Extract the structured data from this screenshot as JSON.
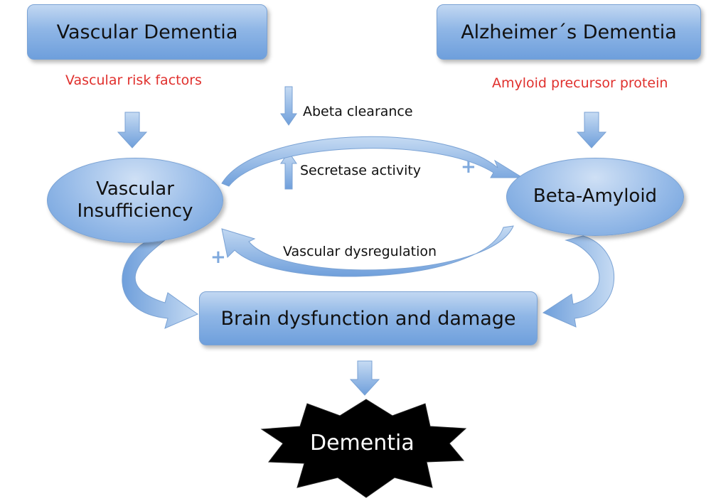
{
  "boxes": {
    "vascular_dementia": "Vascular Dementia",
    "alzheimers_dementia": "Alzheimer´s Dementia",
    "brain_dysfunction": "Brain dysfunction and damage"
  },
  "risk_labels": {
    "vascular": "Vascular risk factors",
    "amyloid": "Amyloid precursor protein"
  },
  "ovals": {
    "vascular_insufficiency": "Vascular Insufficiency",
    "beta_amyloid": "Beta-Amyloid"
  },
  "mechanisms": {
    "abeta_clearance": "Abeta clearance",
    "secretase_activity": "Secretase activity",
    "vascular_dysregulation": "Vascular dysregulation"
  },
  "signs": {
    "plus_top": "+",
    "plus_bottom": "+"
  },
  "outcome": "Dementia",
  "colors": {
    "box_fill": "#8fb6e6",
    "risk_text": "#e0302d",
    "plus": "#7fa9dd",
    "burst": "#000000",
    "outcome_text": "#ffffff"
  }
}
